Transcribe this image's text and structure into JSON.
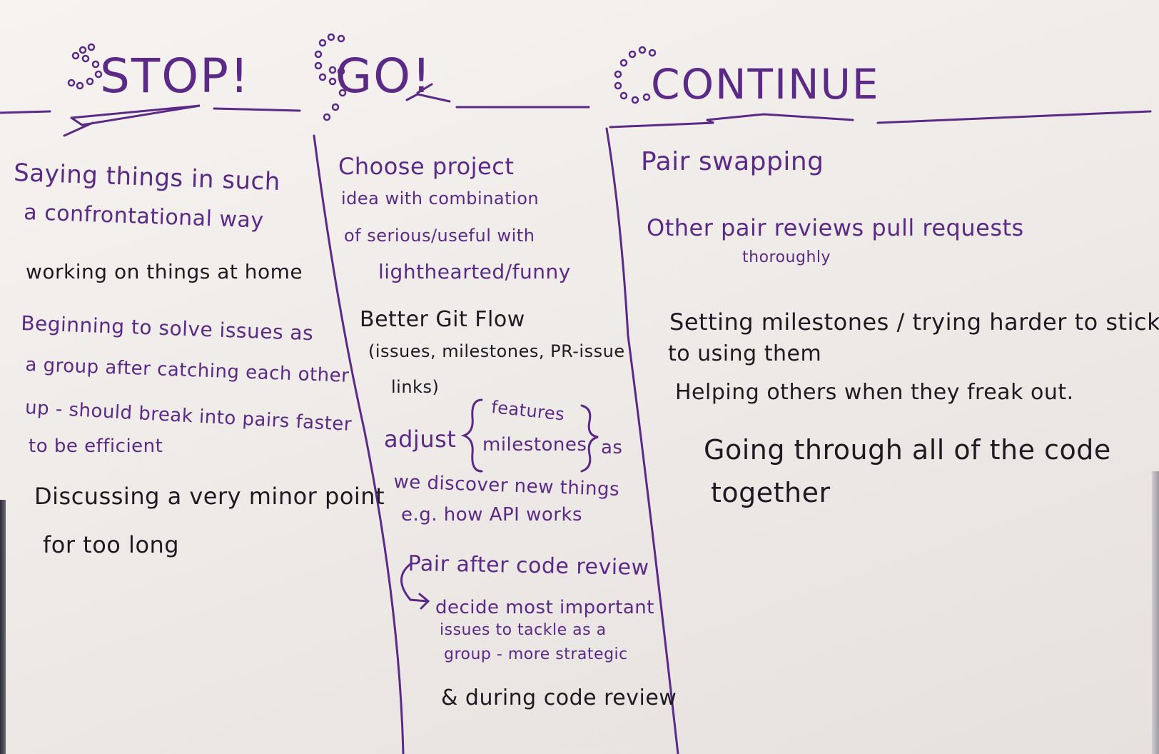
{
  "colors": {
    "purple_ink": "#5b2a86",
    "black_ink": "#1e1a22",
    "board": "#f2eeeb"
  },
  "headings": {
    "stop": "STOP!",
    "go": "GO!",
    "continue": "CONTINUE"
  },
  "stop": [
    "Saying things in such",
    "a confrontational way",
    "working on things at home",
    "Beginning to solve issues as",
    "a group after catching each other",
    "up - should break into pairs faster",
    "to be efficient",
    "Discussing a very minor point",
    "for too long"
  ],
  "go": [
    "Choose project",
    "idea with combination",
    "of serious/useful with",
    "lighthearted/funny",
    "Better Git Flow",
    "(issues, milestones, PR-issue",
    "links)",
    "features",
    "adjust",
    "milestones",
    "as",
    "we discover new things",
    "e.g. how API works",
    "Pair after code review",
    "decide most important",
    "issues to tackle as a",
    "group - more strategic",
    "& during code review"
  ],
  "continue": [
    "Pair swapping",
    "Other pair reviews pull requests",
    "thoroughly",
    "Setting milestones / trying harder to stick",
    "to using them",
    "Helping others when they freak out.",
    "Going through all of the code",
    "together"
  ]
}
